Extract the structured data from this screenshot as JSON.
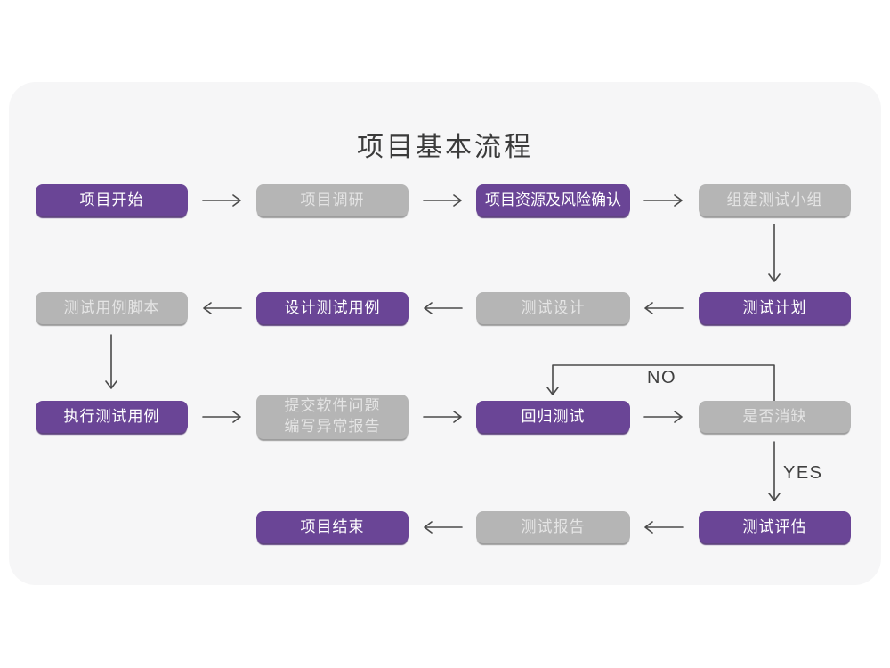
{
  "title": "项目基本流程",
  "labels": {
    "no": "NO",
    "yes": "YES"
  },
  "nodes": {
    "project_start": "项目开始",
    "project_research": "项目调研",
    "resources_risk": "项目资源及风险确认",
    "build_test_team": "组建测试小组",
    "test_case_scripts": "测试用例脚本",
    "design_test_cases": "设计测试用例",
    "test_design": "测试设计",
    "test_plan": "测试计划",
    "execute_test_cases": "执行测试用例",
    "submit_issue_line1": "提交软件问题",
    "submit_issue_line2": "编写异常报告",
    "regression_test": "回归测试",
    "defect_cleared": "是否消缺",
    "project_end": "项目结束",
    "test_report": "测试报告",
    "test_evaluation": "测试评估"
  },
  "colors": {
    "purple": "#6a4596",
    "gray": "#b5b5b5",
    "card_bg": "#f6f6f7",
    "arrow": "#4a4a4a",
    "title_text": "#3b3b3b"
  }
}
